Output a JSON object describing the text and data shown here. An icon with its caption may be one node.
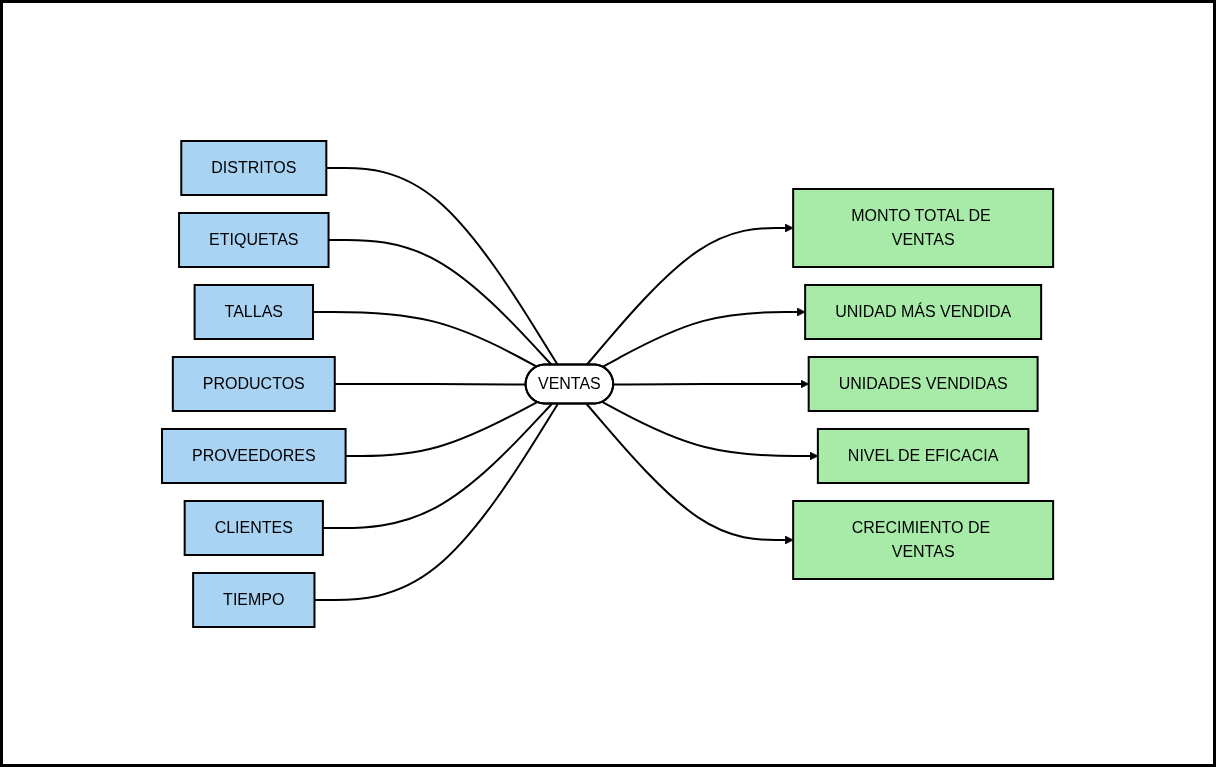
{
  "diagram": {
    "nodes": [
      {
        "text": [
          "DISTRITOS"
        ]
      },
      {
        "text": [
          "ETIQUETAS"
        ]
      },
      {
        "text": [
          "TALLAS"
        ]
      },
      {
        "text": [
          "PRODUCTOS"
        ]
      },
      {
        "text": [
          "PROVEEDORES"
        ]
      },
      {
        "text": [
          "CLIENTES"
        ]
      },
      {
        "text": [
          "TIEMPO"
        ]
      },
      {
        "text": [
          "VENTAS"
        ]
      },
      {
        "text": [
          "MONTO TOTAL DE VENTAS"
        ]
      },
      {
        "text": [
          "UNIDAD MÁS VENDIDA"
        ]
      },
      {
        "text": [
          "UNIDADES VENDIDAS"
        ]
      },
      {
        "text": [
          "NIVEL DE EFICACIA"
        ]
      },
      {
        "text": [
          "CRECIMIENTO DE VENTAS"
        ]
      }
    ],
    "edges": [
      {
        "from": 0,
        "to": 7,
        "arrow": "none"
      },
      {
        "from": 1,
        "to": 7,
        "arrow": "none"
      },
      {
        "from": 2,
        "to": 7,
        "arrow": "none"
      },
      {
        "from": 3,
        "to": 7,
        "arrow": "none"
      },
      {
        "from": 4,
        "to": 7,
        "arrow": "none"
      },
      {
        "from": 5,
        "to": 7,
        "arrow": "none"
      },
      {
        "from": 6,
        "to": 7,
        "arrow": "none"
      },
      {
        "from": 7,
        "to": 8,
        "arrow": "to"
      },
      {
        "from": 7,
        "to": 9,
        "arrow": "to"
      },
      {
        "from": 7,
        "to": 10,
        "arrow": "to"
      },
      {
        "from": 7,
        "to": 11,
        "arrow": "to"
      },
      {
        "from": 7,
        "to": 12,
        "arrow": "to"
      }
    ]
  }
}
